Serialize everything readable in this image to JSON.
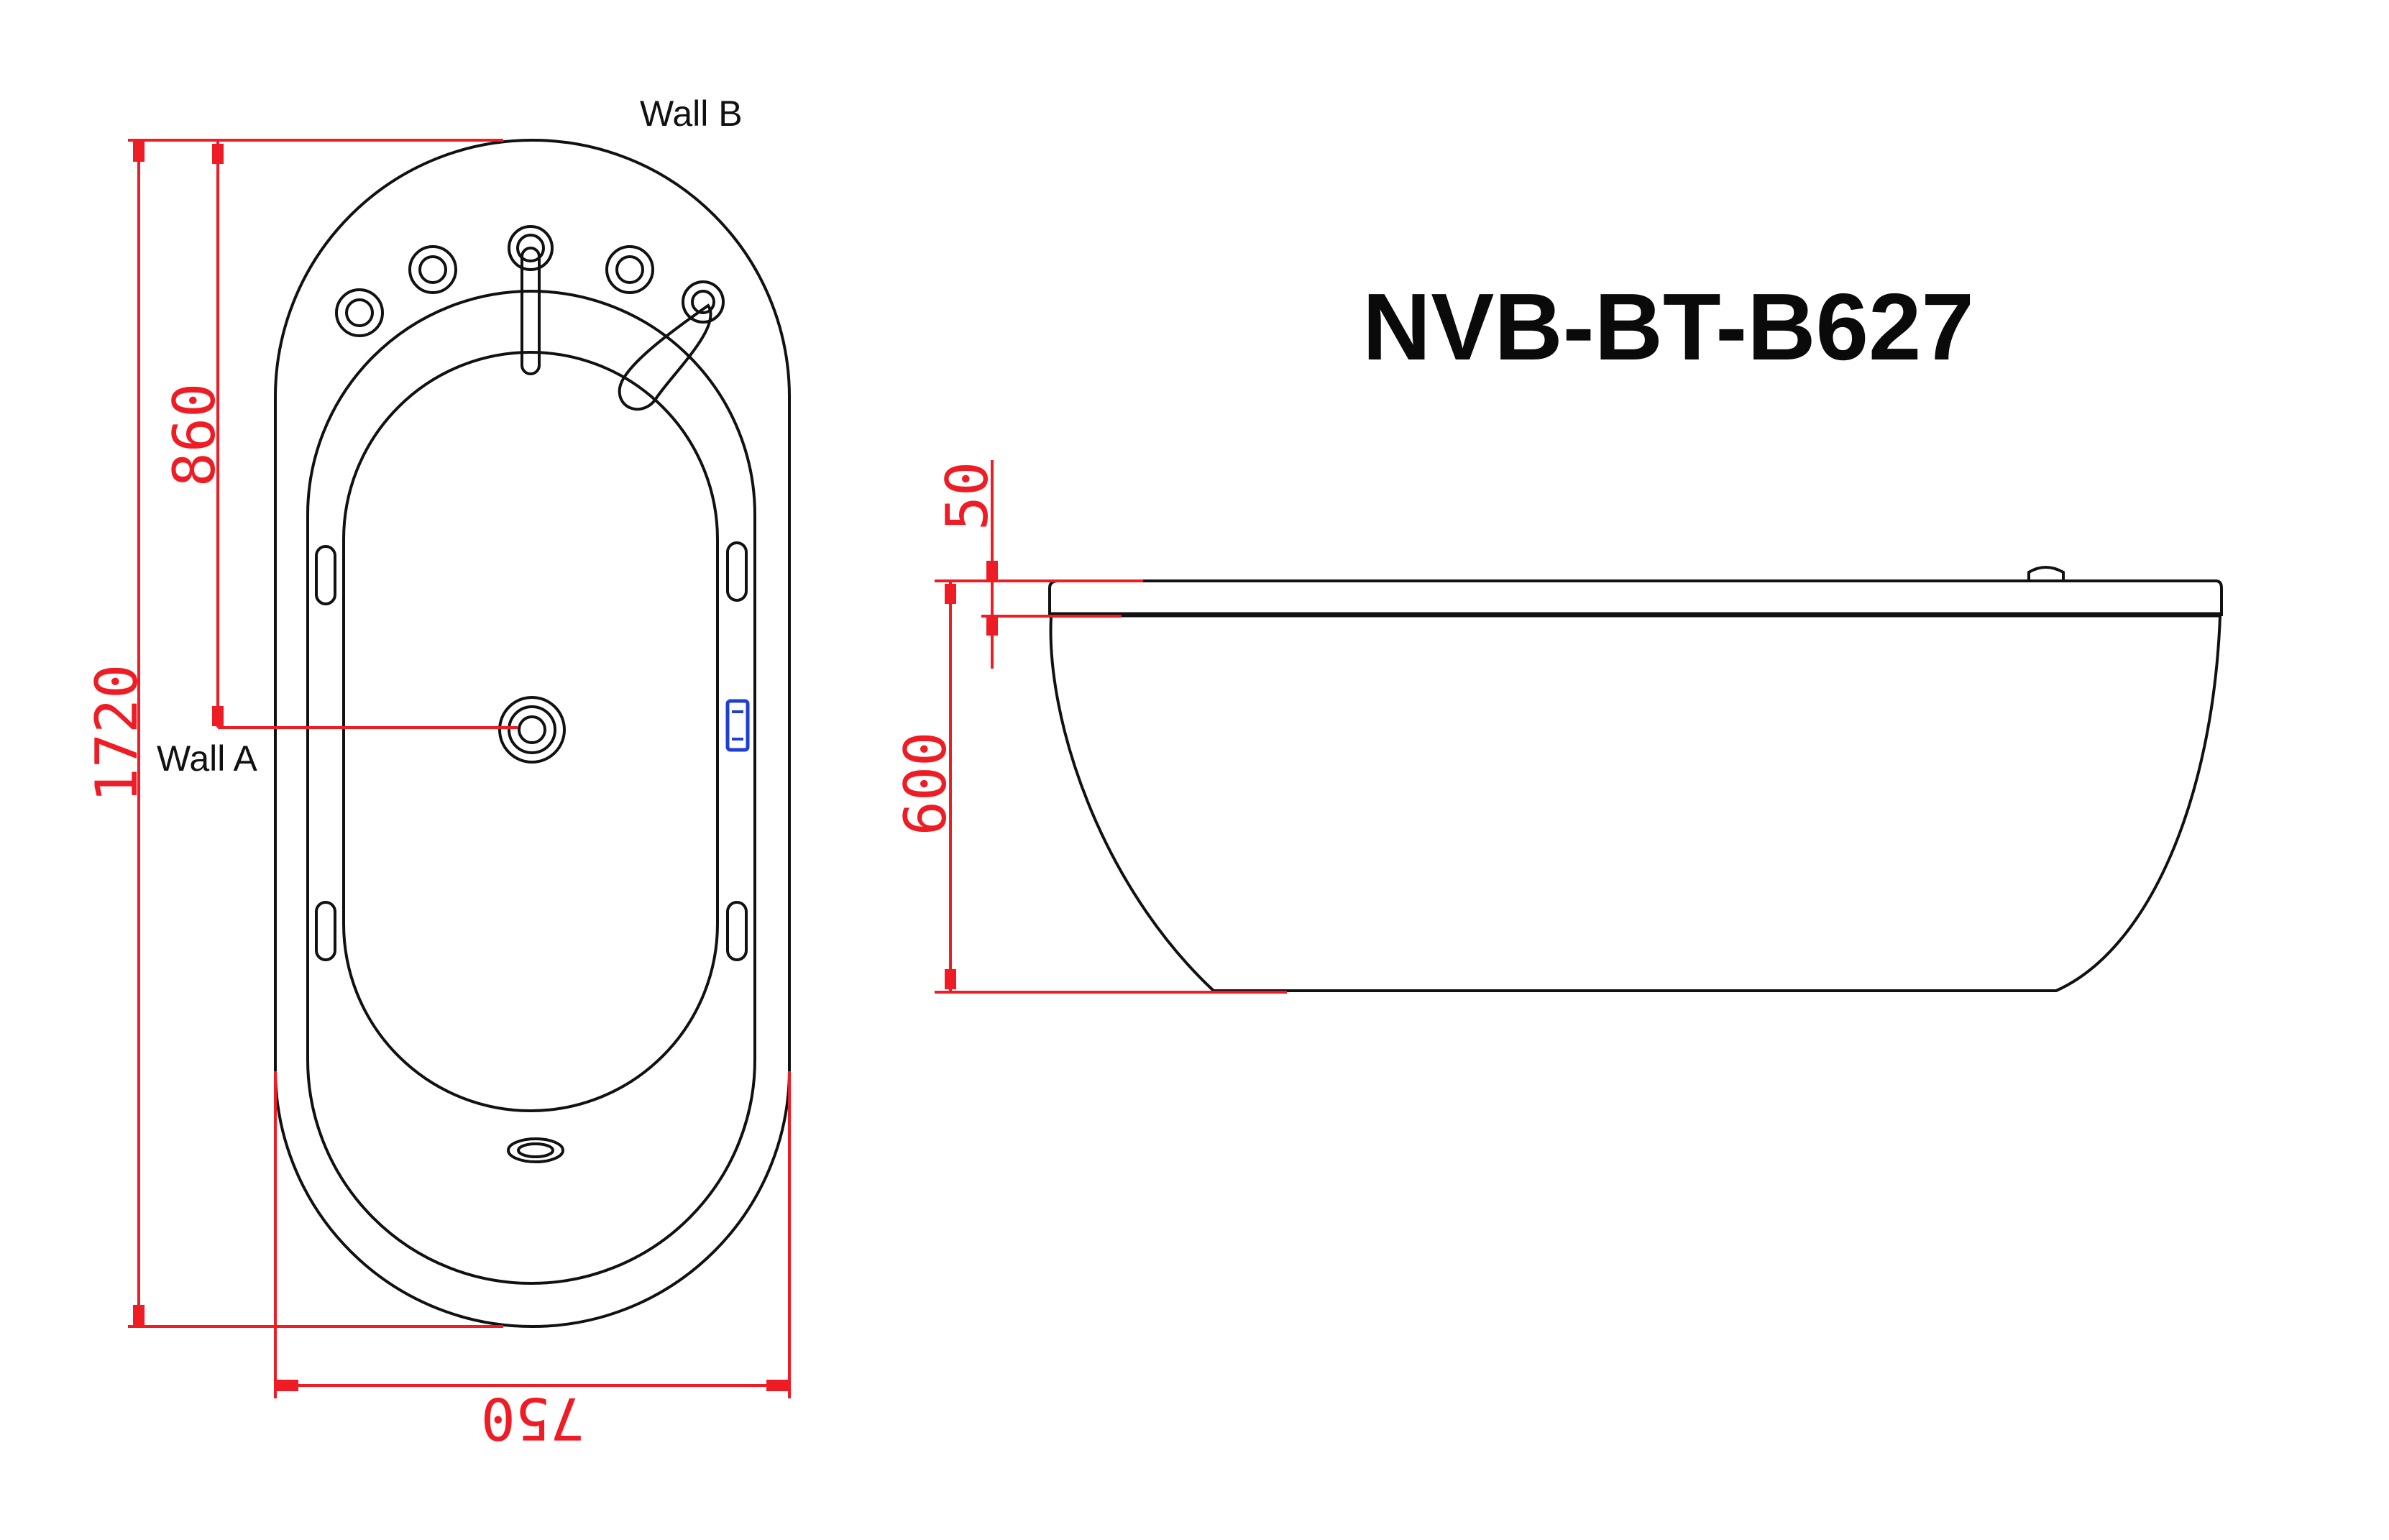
{
  "title": "NVB-BT-B627",
  "walls": {
    "wall_a": "Wall A",
    "wall_b": "Wall B"
  },
  "dimensions": {
    "length": "1720",
    "wall_a_offset": "860",
    "width": "750",
    "rim_thickness": "50",
    "height": "600"
  },
  "colors": {
    "dimension": "#ee1c24",
    "outline": "#111111",
    "accent_jet": "#1f3fd1"
  }
}
